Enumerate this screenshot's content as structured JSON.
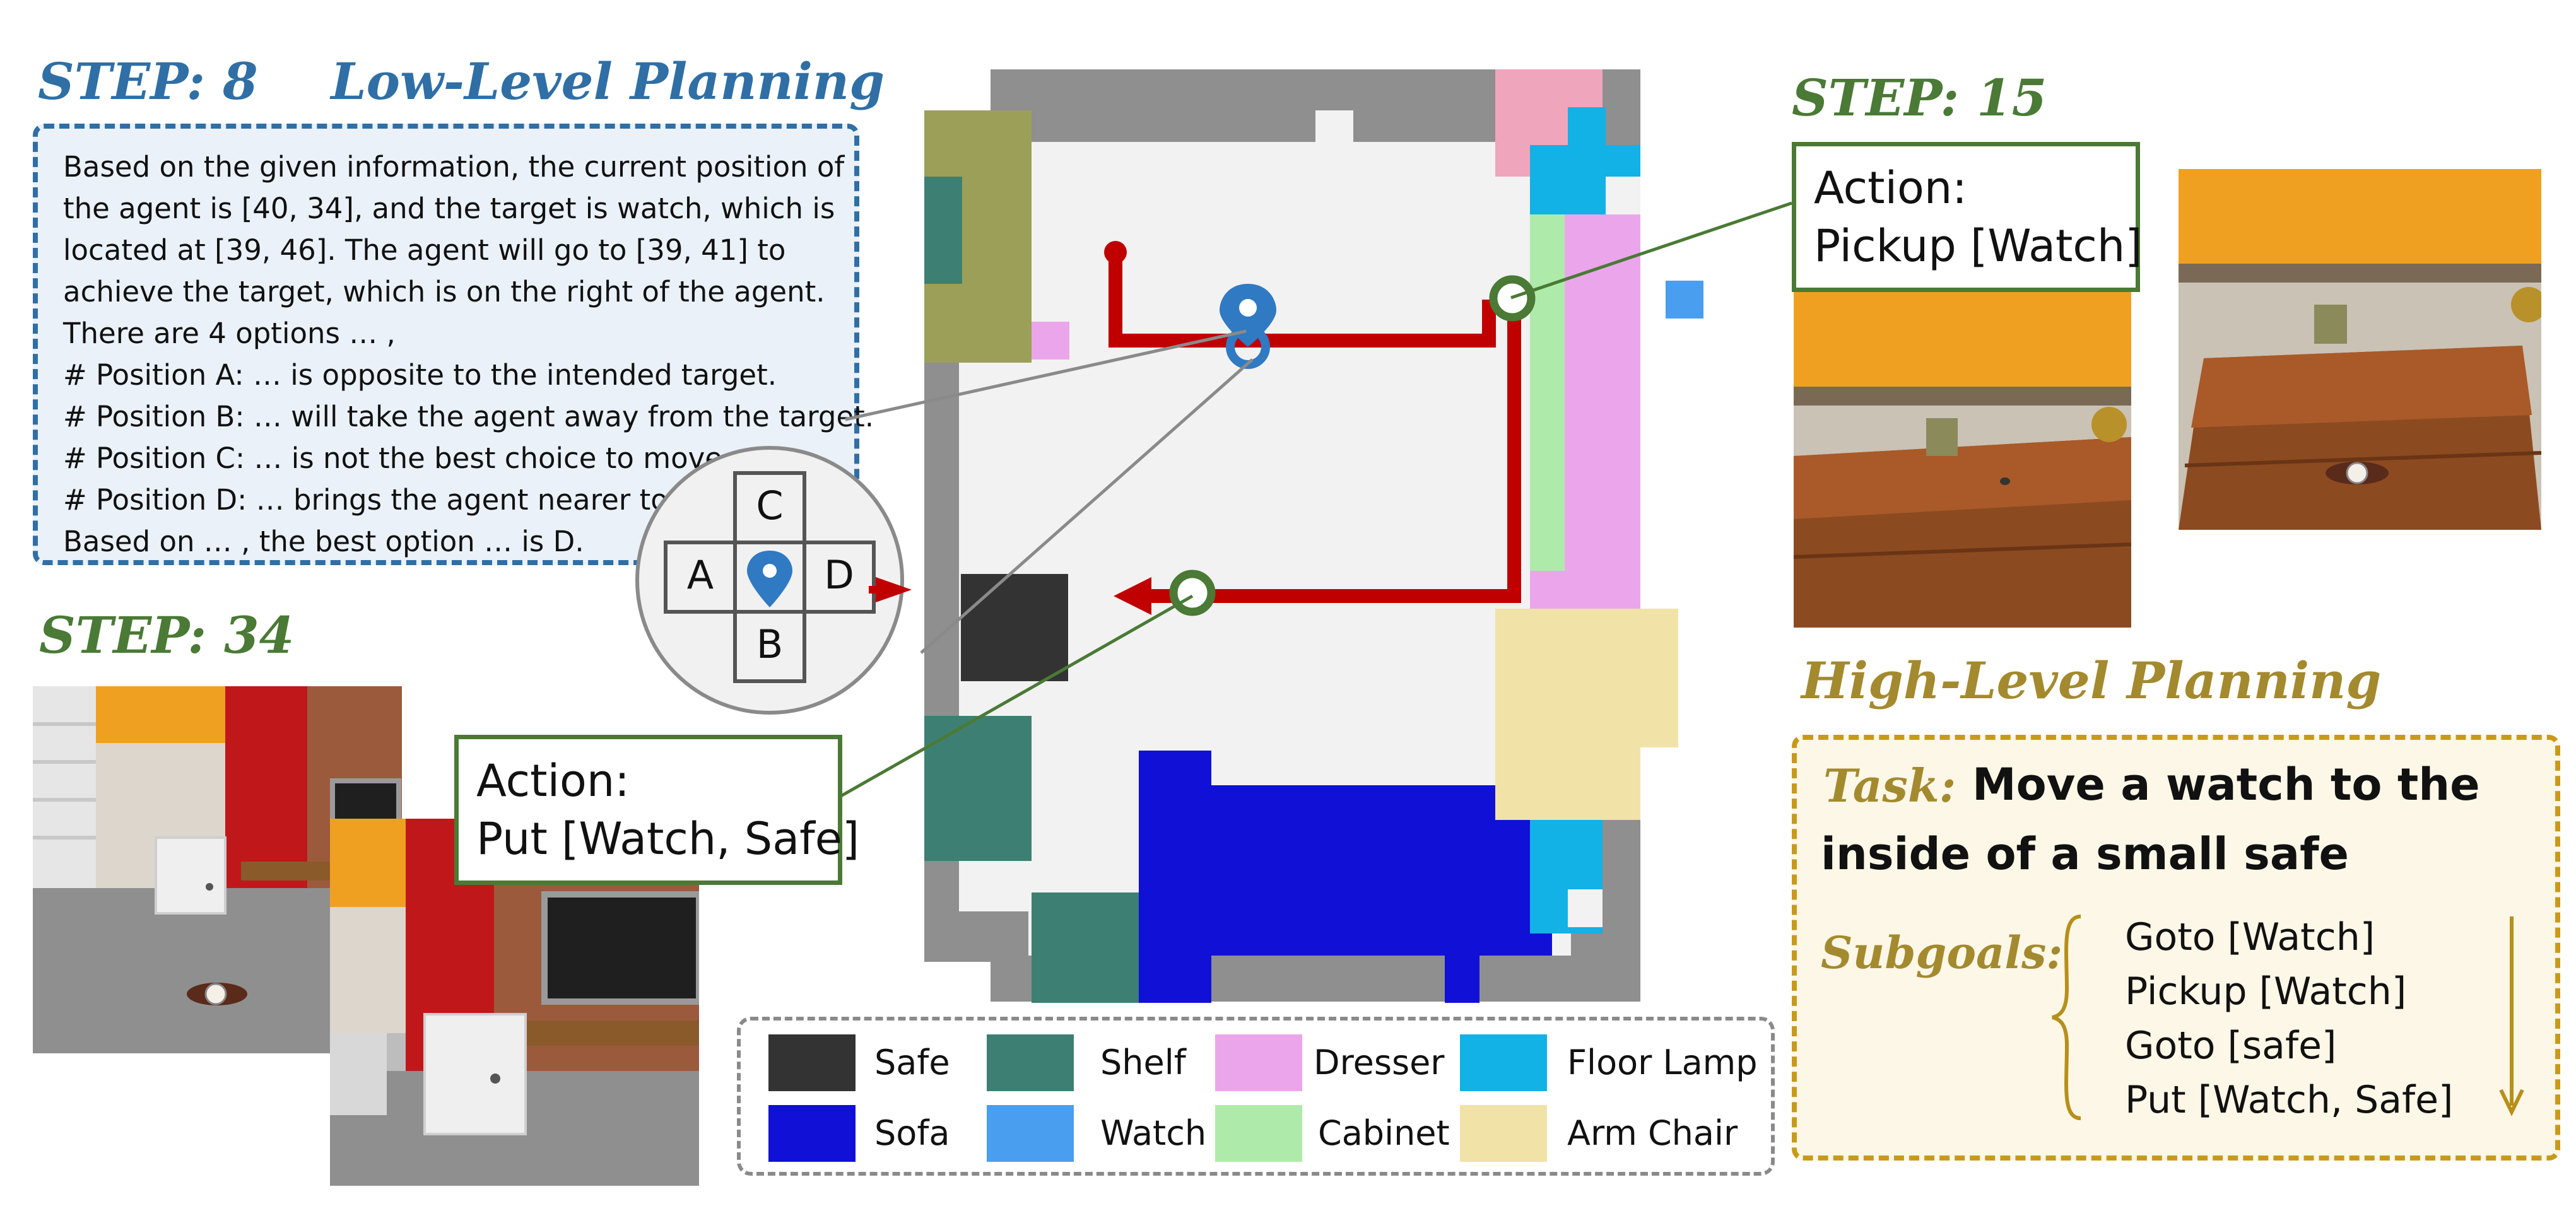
{
  "low_level": {
    "step_num": "STEP: 8",
    "heading": "Low-Level Planning",
    "lines": [
      "Based on the given information, the current position of",
      "the agent is [40, 34], and the target is watch, which is",
      "located at [39, 46]. The agent will go to [39, 41] to",
      "achieve the target, which is on the right of the agent.",
      "There are 4 options … ,",
      "# Position A: … is opposite to the intended target.",
      "# Position B: … will take the agent away from the target.",
      "# Position C: … is not the best choice to move .",
      "# Position D: … brings the agent nearer to …",
      "Based on … , the best option … is D."
    ]
  },
  "step34": {
    "title": "STEP: 34"
  },
  "step15": {
    "title": "STEP: 15"
  },
  "actions": {
    "pickup": [
      "Action:",
      "Pickup [Watch]"
    ],
    "put": [
      "Action:",
      "Put [Watch, Safe]"
    ]
  },
  "compass": {
    "up": "C",
    "down": "B",
    "left": "A",
    "right": "D"
  },
  "high_level": {
    "heading": "High-Level Planning",
    "task_label": "Task:",
    "task_text": [
      "Move a watch to the",
      "inside of a small safe"
    ],
    "subgoals_label": "Subgoals:",
    "subgoals": [
      "Goto [Watch]",
      "Pickup [Watch]",
      "Goto [safe]",
      "Put [Watch, Safe]"
    ]
  },
  "legend": [
    {
      "label": "Safe",
      "color": "#333333"
    },
    {
      "label": "Shelf",
      "color": "#3d8073"
    },
    {
      "label": "Dresser",
      "color": "#eba6eb"
    },
    {
      "label": "Floor Lamp",
      "color": "#12b1e6"
    },
    {
      "label": "Sofa",
      "color": "#1010d6"
    },
    {
      "label": "Watch",
      "color": "#4a9ef0"
    },
    {
      "label": "Cabinet",
      "color": "#aeebaa"
    },
    {
      "label": "Arm Chair",
      "color": "#f1e2a8"
    }
  ],
  "colors": {
    "low_accent": "#2f6fa5",
    "step_green": "#4a7a35",
    "high_gold": "#a48a2e",
    "path_red": "#c00000"
  }
}
